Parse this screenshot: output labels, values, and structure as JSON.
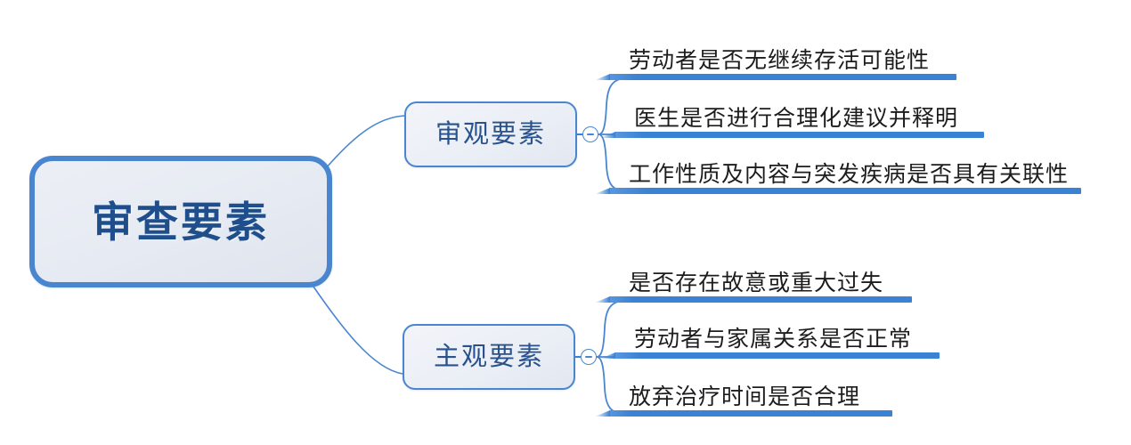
{
  "diagram": {
    "title": "审查要素",
    "type": "mind-map",
    "colors": {
      "node_border": "#4a86d0",
      "root_text": "#1f4e8c",
      "branch_text": "#29518c",
      "underline_bar": "#3a82d4",
      "leaf_text": "#1c1c1c",
      "background": "#ffffff"
    }
  },
  "root": {
    "label": "审查要素"
  },
  "branches": [
    {
      "label": "审观要素",
      "name": "objective",
      "toggle_icon": "minus-icon",
      "toggle_state": "expanded",
      "leaves": [
        {
          "label": "劳动者是否无继续存活可能性"
        },
        {
          "label": "医生是否进行合理化建议并释明"
        },
        {
          "label": "工作性质及内容与突发疾病是否具有关联性"
        }
      ]
    },
    {
      "label": "主观要素",
      "name": "subjective",
      "toggle_icon": "minus-icon",
      "toggle_state": "expanded",
      "leaves": [
        {
          "label": "是否存在故意或重大过失"
        },
        {
          "label": "劳动者与家属关系是否正常"
        },
        {
          "label": "放弃治疗时间是否合理"
        }
      ]
    }
  ]
}
